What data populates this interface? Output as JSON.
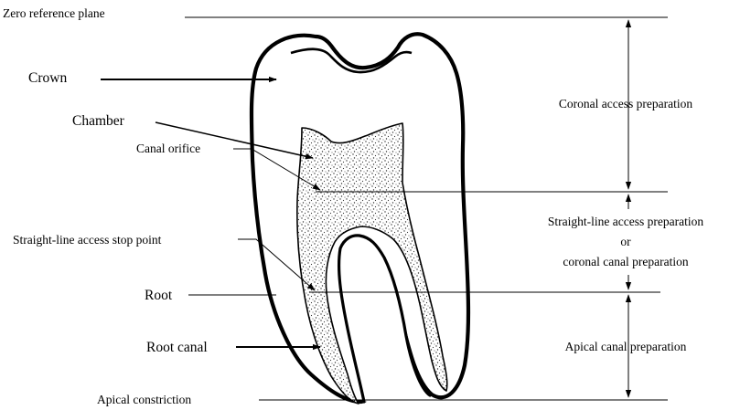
{
  "labels": {
    "zero_reference_plane": "Zero reference plane",
    "crown": "Crown",
    "chamber": "Chamber",
    "canal_orifice": "Canal orifice",
    "straight_line_access_stop_point": "Straight-line access stop point",
    "root": "Root",
    "root_canal": "Root canal",
    "apical_constriction": "Apical constriction"
  },
  "zones": {
    "coronal_access_preparation": "Coronal access preparation",
    "straight_line_line1": "Straight-line access preparation",
    "straight_line_or": "or",
    "straight_line_line3": "coronal canal preparation",
    "apical_canal_preparation": "Apical canal preparation"
  },
  "colors": {
    "ink": "#000000",
    "background": "#ffffff",
    "stipple": "#333333"
  }
}
